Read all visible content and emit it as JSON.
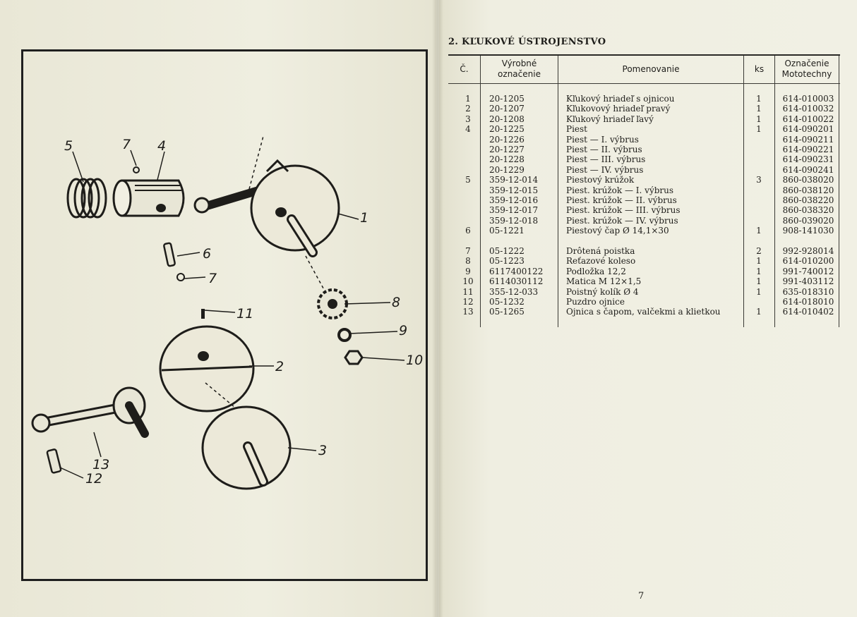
{
  "section_title": "2. KĽUKOVÉ ÚSTROJENSTVO",
  "columns": {
    "no": "Č.",
    "code_l1": "Výrobné",
    "code_l2": "označenie",
    "name": "Pomenovanie",
    "ks": "ks",
    "ref_l1": "Označenie",
    "ref_l2": "Mototechny"
  },
  "rows": [
    {
      "no": "1",
      "code": "20-1205",
      "name": "Kľukový hriadeľ s ojnicou",
      "ks": "1",
      "ref": "614-010003"
    },
    {
      "no": "2",
      "code": "20-1207",
      "name": "Kľukovový hriadeľ pravý",
      "ks": "1",
      "ref": "614-010032"
    },
    {
      "no": "3",
      "code": "20-1208",
      "name": "Kľukový hriadeľ ľavý",
      "ks": "1",
      "ref": "614-010022"
    },
    {
      "no": "4",
      "code": "20-1225",
      "name": "Piest",
      "ks": "1",
      "ref": "614-090201"
    },
    {
      "no": "",
      "code": "20-1226",
      "name": "Piest — I. výbrus",
      "ks": "",
      "ref": "614-090211"
    },
    {
      "no": "",
      "code": "20-1227",
      "name": "Piest — II. výbrus",
      "ks": "",
      "ref": "614-090221"
    },
    {
      "no": "",
      "code": "20-1228",
      "name": "Piest — III. výbrus",
      "ks": "",
      "ref": "614-090231"
    },
    {
      "no": "",
      "code": "20-1229",
      "name": "Piest — IV. výbrus",
      "ks": "",
      "ref": "614-090241"
    },
    {
      "no": "5",
      "code": "359-12-014",
      "name": "Piestový krúžok",
      "ks": "3",
      "ref": "860-038020"
    },
    {
      "no": "",
      "code": "359-12-015",
      "name": "Piest. krúžok — I. výbrus",
      "ks": "",
      "ref": "860-038120"
    },
    {
      "no": "",
      "code": "359-12-016",
      "name": "Piest. krúžok — II. výbrus",
      "ks": "",
      "ref": "860-038220"
    },
    {
      "no": "",
      "code": "359-12-017",
      "name": "Piest. krúžok — III. výbrus",
      "ks": "",
      "ref": "860-038320"
    },
    {
      "no": "",
      "code": "359-12-018",
      "name": "Piest. krúžok — IV. výbrus",
      "ks": "",
      "ref": "860-039020"
    },
    {
      "no": "6",
      "code": "05-1221",
      "name": "Piestový čap Ø 14,1×30",
      "ks": "1",
      "ref": "908-141030"
    },
    {
      "no": "",
      "code": "",
      "name": "",
      "ks": "",
      "ref": ""
    },
    {
      "no": "7",
      "code": "05-1222",
      "name": "Drôtená poistka",
      "ks": "2",
      "ref": "992-928014"
    },
    {
      "no": "8",
      "code": "05-1223",
      "name": "Reťazové koleso",
      "ks": "1",
      "ref": "614-010200"
    },
    {
      "no": "9",
      "code": "6117400122",
      "name": "Podložka 12,2",
      "ks": "1",
      "ref": "991-740012"
    },
    {
      "no": "10",
      "code": "6114030112",
      "name": "Matica M 12×1,5",
      "ks": "1",
      "ref": "991-403112"
    },
    {
      "no": "11",
      "code": "355-12-033",
      "name": "Poistný kolík Ø 4",
      "ks": "1",
      "ref": "635-018310"
    },
    {
      "no": "12",
      "code": "05-1232",
      "name": "Puzdro ojnice",
      "ks": "",
      "ref": "614-018010"
    },
    {
      "no": "13",
      "code": "05-1265",
      "name": "Ojnica s čapom, valčekmi a klietkou",
      "ks": "1",
      "ref": "614-010402"
    }
  ],
  "figure_callouts": [
    "5",
    "7",
    "4",
    "1",
    "6",
    "7",
    "8",
    "9",
    "11",
    "2",
    "10",
    "3",
    "13",
    "12"
  ],
  "page_number": "7"
}
